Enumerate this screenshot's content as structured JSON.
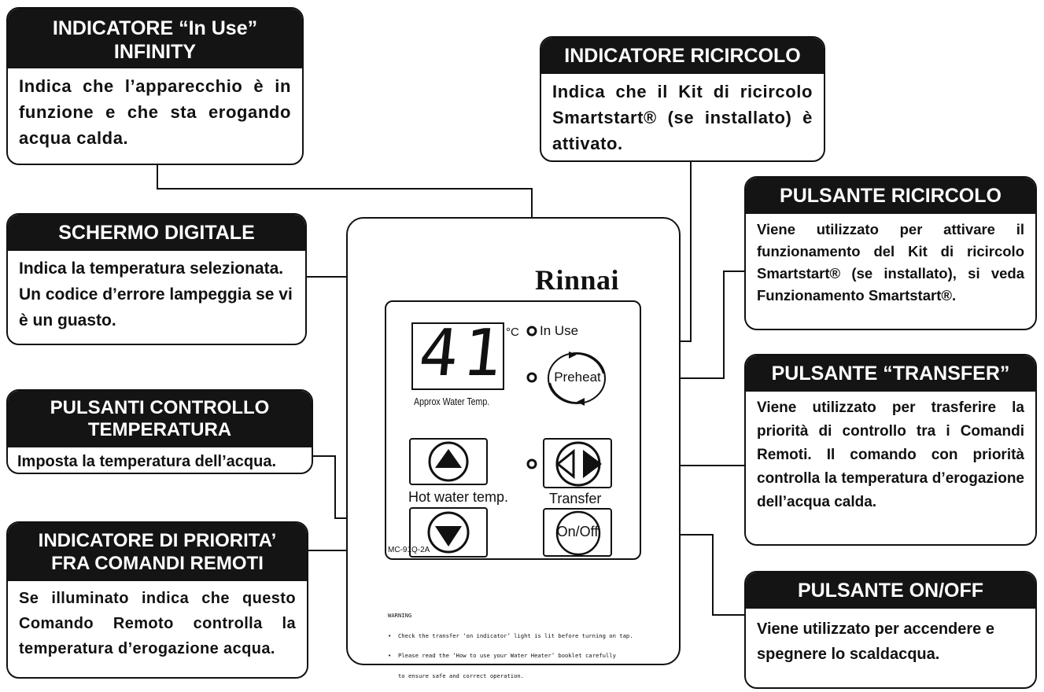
{
  "callouts": {
    "in_use": {
      "title_l1": "INDICATORE “In Use”",
      "title_l2": "INFINITY",
      "body": "Indica che l’apparecchio è in funzione e che sta erogando acqua calda."
    },
    "ricircolo_ind": {
      "title": "INDICATORE RICIRCOLO",
      "body": "Indica che il Kit di ricircolo Smartstart® (se installato) è attivato."
    },
    "schermo": {
      "title": "SCHERMO DIGITALE",
      "body": "Indica la temperatura selezionata. Un codice d’errore lampeggia se vi è un guasto."
    },
    "pulsante_ricircolo": {
      "title": "PULSANTE RICIRCOLO",
      "body": "Viene utilizzato per attivare il funzionamento del Kit di ricircolo Smartstart® (se installato), si veda Funzionamento Smartstart®."
    },
    "controllo_temp": {
      "title_l1": "PULSANTI CONTROLLO",
      "title_l2": "TEMPERATURA",
      "body": "Imposta la temperatura dell’acqua."
    },
    "transfer": {
      "title": "PULSANTE “TRANSFER”",
      "body": "Viene utilizzato per trasferire la priorità di controllo tra i Comandi Remoti. Il comando con priorità controlla la temperatura d’erogazione dell’acqua calda."
    },
    "priorita": {
      "title_l1": "INDICATORE DI PRIORITA’",
      "title_l2": "FRA COMANDI REMOTI",
      "body": "Se illuminato indica che questo Comando Remoto controlla la temperatura d’erogazione acqua."
    },
    "onoff": {
      "title": "PULSANTE ON/OFF",
      "body": "Viene utilizzato per accendere e spegnere lo scaldacqua."
    }
  },
  "device": {
    "brand": "Rinnai",
    "display_value": "41",
    "unit": "°C",
    "in_use_label": "In Use",
    "display_caption": "Approx Water Temp.",
    "preheat_label": "Preheat",
    "hot_water_label": "Hot water temp.",
    "transfer_label": "Transfer",
    "onoff_label": "On/Off",
    "model": "MC-91Q-2A",
    "warning_title": "WARNING",
    "warning_line1": "•  Check the transfer ‘on indicator’ light is lit before turning on tap.",
    "warning_line2": "•  Please read the ‘How to use your Water Heater’ booklet carefully",
    "warning_line3": "   to ensure safe and correct operation."
  }
}
